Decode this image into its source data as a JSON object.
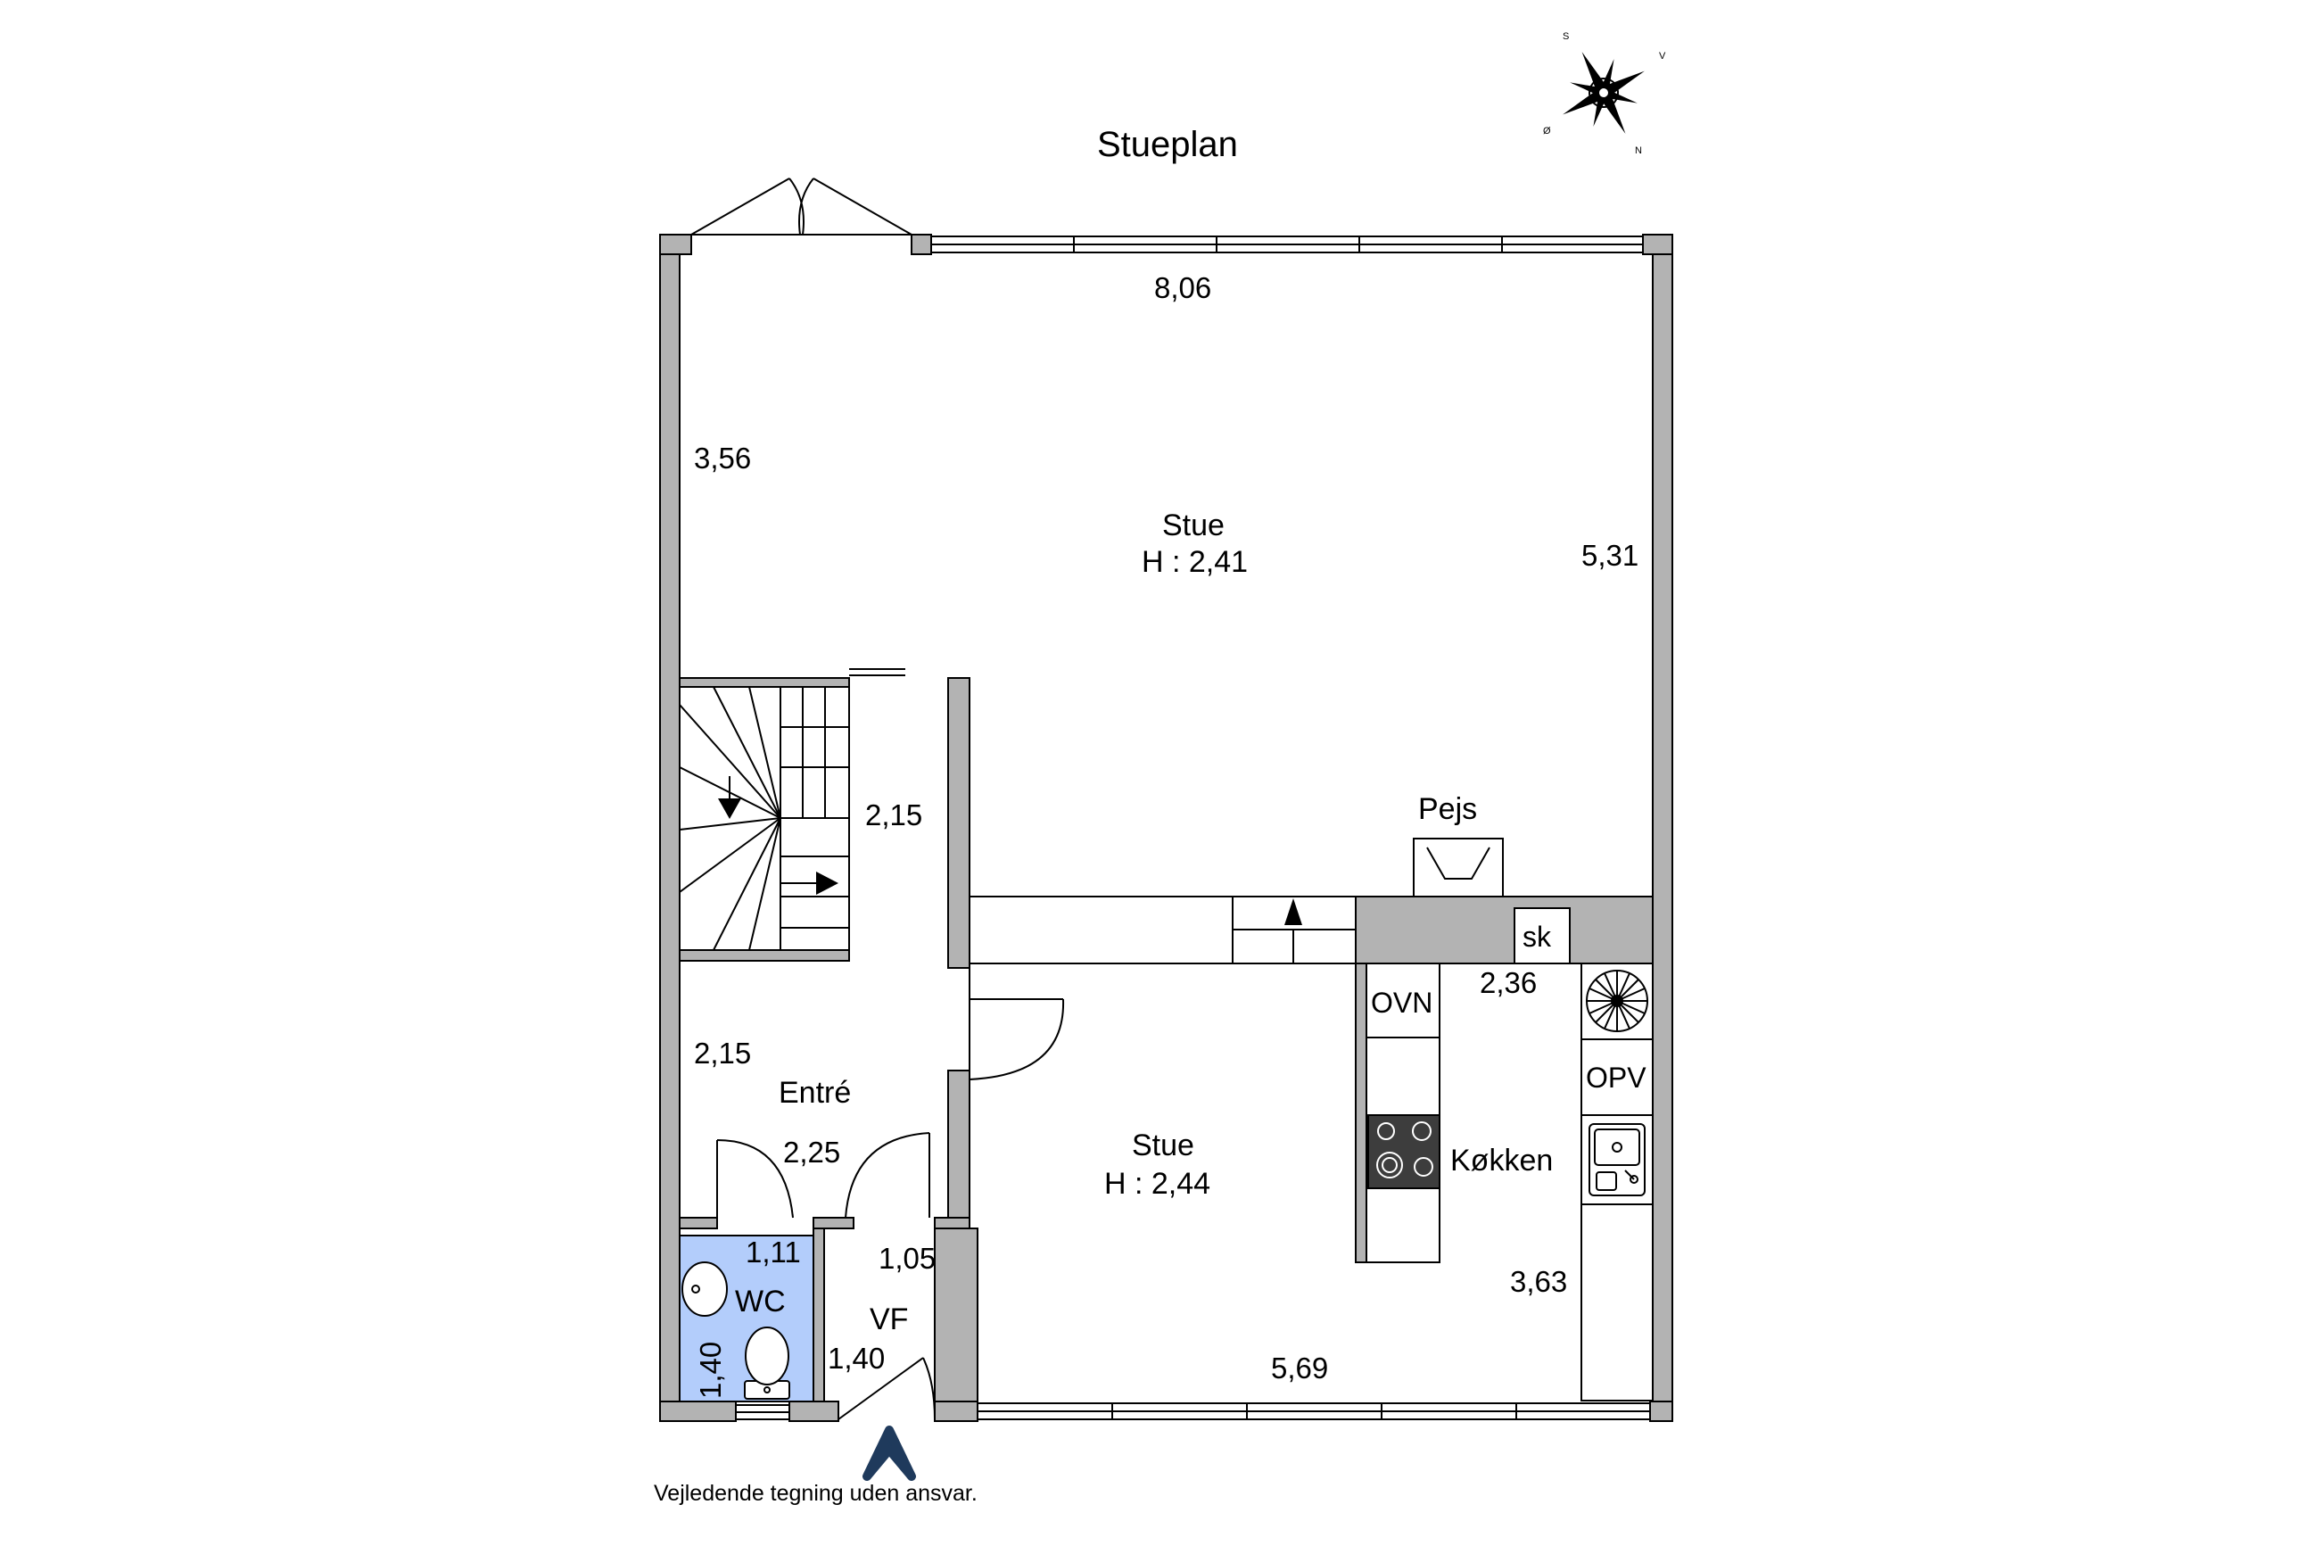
{
  "title": "Stueplan",
  "compass": {
    "s": "S",
    "v": "V",
    "o": "Ø",
    "n": "N"
  },
  "rooms": {
    "stue_upper": {
      "name": "Stue",
      "height": "H : 2,41"
    },
    "stue_lower": {
      "name": "Stue",
      "height": "H : 2,44"
    },
    "entre": {
      "name": "Entré"
    },
    "wc": {
      "name": "WC"
    },
    "vf": {
      "name": "VF"
    },
    "kokken": {
      "name": "Køkken"
    }
  },
  "fixtures": {
    "pejs": "Pejs",
    "sk": "sk",
    "ovn": "OVN",
    "opv": "OPV"
  },
  "dimensions": {
    "top": "8,06",
    "left_upper": "3,56",
    "right_upper": "5,31",
    "stair": "2,15",
    "kitchen_top": "2,36",
    "entre_width": "2,15",
    "entre_depth": "2,25",
    "wc_width": "1,11",
    "wc_depth": "1,40",
    "vf_width": "1,05",
    "vf_depth": "1,40",
    "kitchen_side": "3,63",
    "bottom": "5,69"
  },
  "colors": {
    "wall": "#b3b3b3",
    "wc_floor": "#b3cdfb",
    "entrance_arrow": "#1f3a5c",
    "hob": "#3d3d3d"
  },
  "disclaimer": "Vejledende tegning uden ansvar."
}
